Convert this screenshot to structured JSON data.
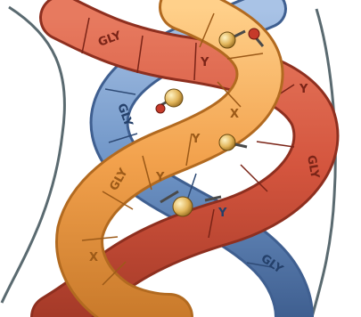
{
  "figure": {
    "labels": {
      "red_top": "GLY",
      "red_top_y": "Y",
      "red_right_y": "Y",
      "red_right_gly": "GLY",
      "orange_mid_gly": "GLY",
      "orange_mid_x": "X",
      "orange_mid_y": "Y",
      "orange_low_x": "X",
      "orange_low_y": "Y",
      "blue_top": "GLY",
      "blue_low": "GLY",
      "blue_low_y": "Y"
    },
    "colors": {
      "red": "#d4553e",
      "red_dark": "#a53a28",
      "orange": "#f2a14c",
      "orange_dark": "#c97a2b",
      "blue": "#6f95c7",
      "blue_dark": "#3f5f90",
      "outline": "#5a6a70",
      "atom": "#e2b55a"
    }
  }
}
